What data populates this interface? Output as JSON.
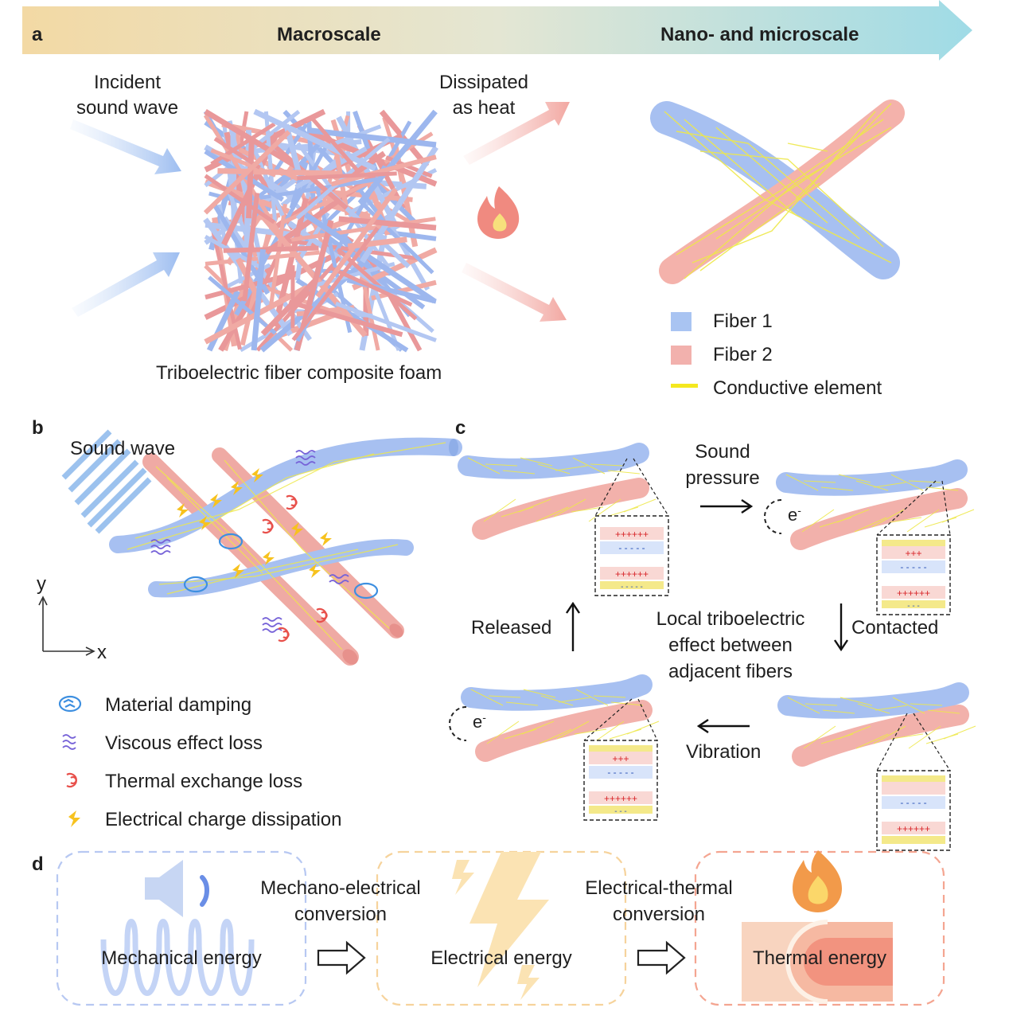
{
  "panel_a": {
    "letter": "a",
    "banner_left": "Macroscale",
    "banner_right": "Nano- and microscale",
    "incident_line1": "Incident",
    "incident_line2": "sound wave",
    "dissipated_line1": "Dissipated",
    "dissipated_line2": "as heat",
    "foam_caption": "Triboelectric fiber composite foam",
    "legend": [
      {
        "label": "Fiber 1",
        "color": "#a9c4f2"
      },
      {
        "label": "Fiber 2",
        "color": "#f2b1ad"
      },
      {
        "label": "Conductive element",
        "color": "#f4e81f"
      }
    ]
  },
  "panel_b": {
    "letter": "b",
    "sound_wave": "Sound wave",
    "axis_y": "y",
    "axis_x": "x",
    "legend": [
      {
        "label": "Material damping",
        "icon": "material-damping-icon"
      },
      {
        "label": "Viscous effect loss",
        "icon": "viscous-loss-icon"
      },
      {
        "label": "Thermal exchange loss",
        "icon": "thermal-exchange-icon"
      },
      {
        "label": "Electrical charge dissipation",
        "icon": "lightning-icon"
      }
    ]
  },
  "panel_c": {
    "letter": "c",
    "sound_line1": "Sound",
    "sound_line2": "pressure",
    "contacted": "Contacted",
    "released": "Released",
    "vibration": "Vibration",
    "center_line1": "Local triboelectric",
    "center_line2": "effect between",
    "center_line3": "adjacent fibers",
    "electron": "e",
    "electron_sup": "-",
    "charge_pos_full": "++++++",
    "charge_neg_full": "- - - - -",
    "charge_pos_partial": "+++",
    "charge_neg_partial": "- - -"
  },
  "panel_d": {
    "letter": "d",
    "box1": "Mechanical energy",
    "box2": "Electrical energy",
    "box3": "Thermal energy",
    "conv1_line1": "Mechano-electrical",
    "conv1_line2": "conversion",
    "conv2_line1": "Electrical-thermal",
    "conv2_line2": "conversion"
  }
}
